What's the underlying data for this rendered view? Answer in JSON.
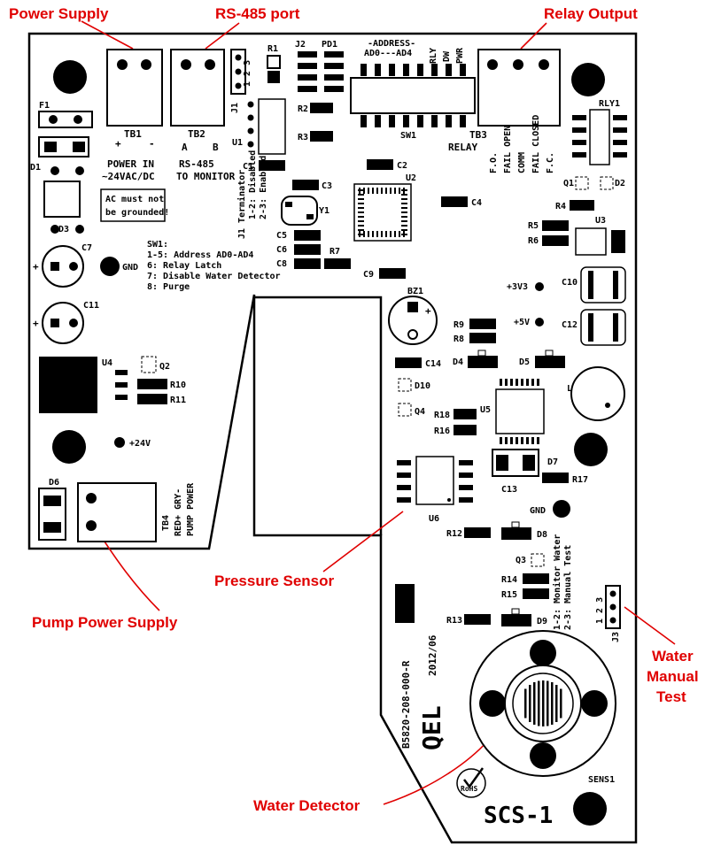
{
  "callouts": {
    "power_supply": "Power  Supply",
    "rs485_port": "RS-485 port",
    "relay_output": "Relay Output",
    "pressure_sensor": "Pressure Sensor",
    "pump_power_supply": "Pump Power Supply",
    "water_manual_test_1": "Water",
    "water_manual_test_2": "Manual",
    "water_manual_test_3": "Test",
    "water_detector": "Water Detector"
  },
  "board": {
    "tb1": "TB1",
    "tb1_plus": "+",
    "tb1_minus": "-",
    "power_in": "POWER IN",
    "power_spec": "~24VAC/DC",
    "tb2": "TB2",
    "tb2_a": "A",
    "tb2_b": "B",
    "rs485": "RS-485",
    "to_monitor": "TO MONITOR",
    "tb3": "TB3",
    "relay": "RELAY",
    "fo": "F.O.",
    "fail_open": "FAIL OPEN",
    "comm": "COMM",
    "fail_closed": "FAIL CLOSED",
    "fc": "F.C.",
    "address": "-ADDRESS-",
    "addr_range": "AD0---AD4",
    "rly": "RLY",
    "dw": "DW",
    "pwr": "PWR",
    "sw1": "SW1",
    "ac_note_1": "AC must not",
    "ac_note_2": "be grounded!",
    "j1_title": "J1 Terminator",
    "j1_opt1": "1-2: Disabled",
    "j1_opt2": "2-3: Enabled",
    "sw1_legend": [
      "SW1:",
      "1-5: Address AD0-AD4",
      "6: Relay Latch",
      "7: Disable Water Detector",
      "8: Purge"
    ],
    "gnd": "GND",
    "v24": "+24V",
    "v33": "+3V3",
    "v5": "+5V",
    "tb4": "TB4",
    "tb4_wires": "RED+ GRY-",
    "pump_power": "PUMP POWER",
    "j3_opt1": "1-2: Monitor Water",
    "j3_opt2": "2-3: Manual Test",
    "j3": "J3",
    "part_number": "B5820-208-000-R",
    "date_code": "2012/06",
    "brand": "QEL",
    "sens1": "SENS1",
    "model": "SCS-1",
    "rohs": "RoHS",
    "refs": {
      "f1": "F1",
      "d1": "D1",
      "d3": "D3",
      "c7": "C7",
      "c11": "C11",
      "u4": "U4",
      "q2": "Q2",
      "r10": "R10",
      "r11": "R11",
      "d6": "D6",
      "r1": "R1",
      "j2": "J2",
      "pd1": "PD1",
      "j1": "J1",
      "u1": "U1",
      "r2": "R2",
      "r3": "R3",
      "c1": "C1",
      "c2": "C2",
      "c3": "C3",
      "y1": "Y1",
      "u2": "U2",
      "c4": "C4",
      "c5": "C5",
      "c6": "C6",
      "c8": "C8",
      "r7": "R7",
      "c9": "C9",
      "bz1": "BZ1",
      "r9": "R9",
      "r8": "R8",
      "c14": "C14",
      "d4": "D4",
      "d5": "D5",
      "d10": "D10",
      "q4": "Q4",
      "r18": "R18",
      "r16": "R16",
      "u5": "U5",
      "l1": "L1",
      "d7": "D7",
      "c13": "C13",
      "r17": "R17",
      "u6": "U6",
      "r12": "R12",
      "d8": "D8",
      "q3": "Q3",
      "r14": "R14",
      "r15": "R15",
      "r13": "R13",
      "d9": "D9",
      "rly1": "RLY1",
      "q1": "Q1",
      "d2": "D2",
      "r4": "R4",
      "r5": "R5",
      "r6": "R6",
      "u3": "U3",
      "c10": "C10",
      "c12": "C12"
    }
  }
}
